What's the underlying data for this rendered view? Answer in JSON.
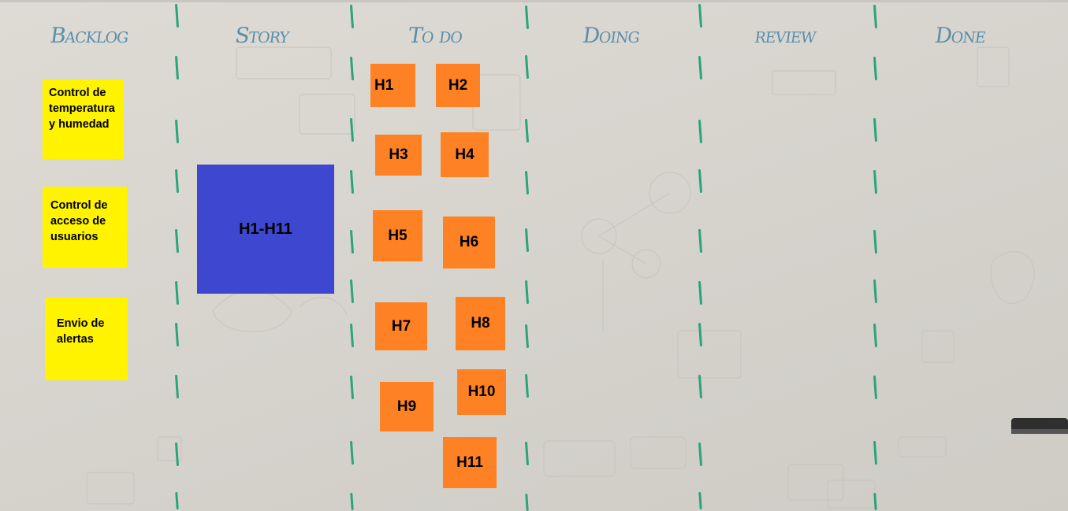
{
  "board": {
    "columns": [
      {
        "title": "Backlog"
      },
      {
        "title": "Story"
      },
      {
        "title": "To do"
      },
      {
        "title": "Doing"
      },
      {
        "title": "review"
      },
      {
        "title": "Done"
      }
    ],
    "backlog_items": [
      {
        "lines": [
          "Control de",
          "temperatura",
          "y humedad"
        ]
      },
      {
        "lines": [
          "Control de",
          "acceso de",
          "usuarios"
        ]
      },
      {
        "lines": [
          "Envio de",
          "alertas"
        ]
      }
    ],
    "story_card": {
      "label": "H1-H11"
    },
    "todo_cards": [
      "H1",
      "H2",
      "H3",
      "H4",
      "H5",
      "H6",
      "H7",
      "H8",
      "H9",
      "H10",
      "H11"
    ],
    "colors": {
      "backlog_sticky": "#fff300",
      "story_card": "#3e47cf",
      "todo_card": "#fe8224",
      "divider": "#2aa47a",
      "column_title": "#5a8fab"
    }
  }
}
